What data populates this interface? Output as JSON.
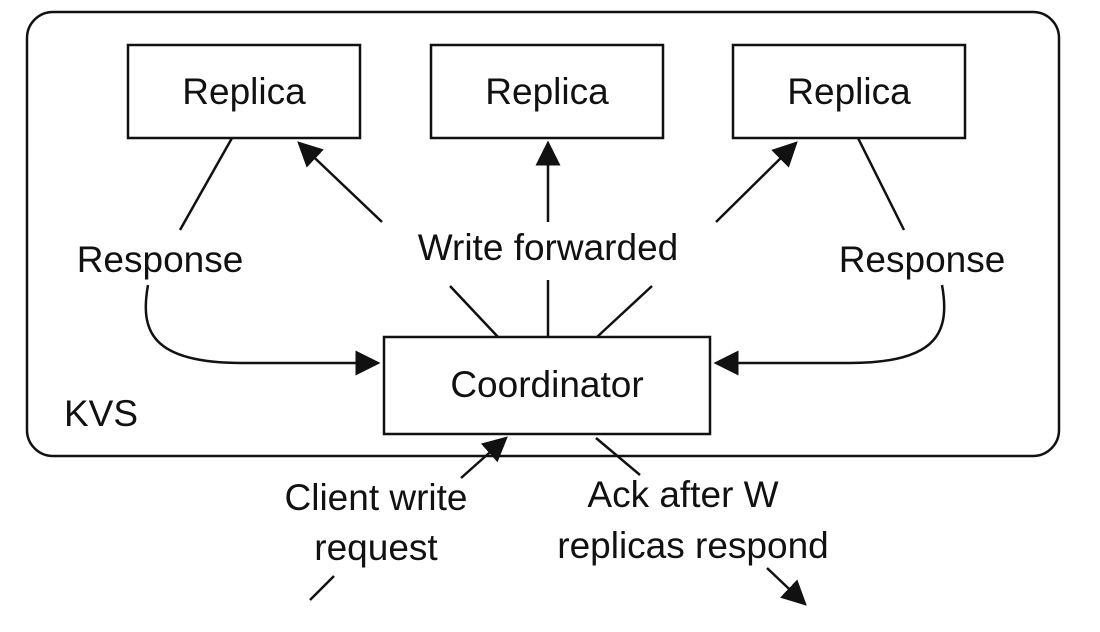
{
  "system": {
    "label": "KVS"
  },
  "replicas": [
    {
      "label": "Replica"
    },
    {
      "label": "Replica"
    },
    {
      "label": "Replica"
    }
  ],
  "coordinator": {
    "label": "Coordinator"
  },
  "edges": {
    "forward_label": "Write forwarded",
    "response_left_label": "Response",
    "response_right_label": "Response",
    "client_request_label": [
      "Client write",
      "request"
    ],
    "ack_label": [
      "Ack after W",
      "replicas respond"
    ]
  }
}
